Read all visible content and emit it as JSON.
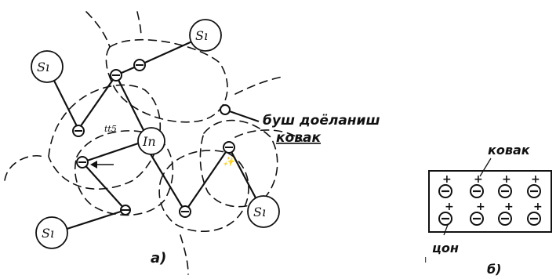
{
  "diagram_a": {
    "caption": "а)",
    "si_label": "Sı",
    "center_label": "In",
    "free_hole_label_line1": "буш доёланиш",
    "free_hole_label_line2": "ковак"
  },
  "diagram_b": {
    "caption": "б)",
    "hole_label": "ковак",
    "ion_label": "цон",
    "plus_symbol": "+",
    "minus_symbol": "−",
    "rows": 2,
    "cols": 4
  }
}
